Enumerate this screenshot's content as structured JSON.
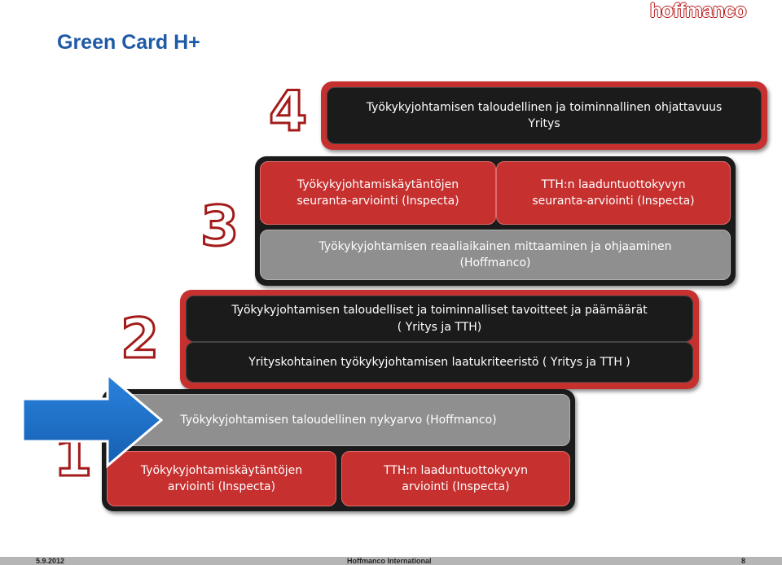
{
  "header": {
    "logo": "hoffmanco",
    "title": "Green Card H+"
  },
  "levels": {
    "level4": {
      "number": "4",
      "box": [
        "Työkykyjohtamisen taloudellinen ja toiminnallinen ohjattavuus",
        "Yritys"
      ]
    },
    "level3": {
      "number": "3",
      "box_left": [
        "Työkykyjohtamiskäytäntöjen",
        "seuranta-arviointi (Inspecta)"
      ],
      "box_right": [
        "TTH:n laaduntuottokyvyn",
        "seuranta-arviointi (Inspecta)"
      ],
      "box_bottom": [
        "Työkykyjohtamisen reaaliaikainen mittaaminen ja ohjaaminen",
        "(Hoffmanco)"
      ]
    },
    "level2": {
      "number": "2",
      "box_top": [
        "Työkykyjohtamisen taloudelliset ja toiminnalliset tavoitteet ja päämäärät",
        "( Yritys ja TTH)"
      ],
      "box_bottom": "Yrityskohtainen työkykyjohtamisen laatukriteeristö ( Yritys ja TTH )"
    },
    "level1": {
      "number": "1",
      "box_top": "Työkykyjohtamisen taloudellinen nykyarvo (Hoffmanco)",
      "box_left": [
        "Työkykyjohtamiskäytäntöjen",
        "arviointi (Inspecta)"
      ],
      "box_right": [
        "TTH:n laaduntuottokyvyn",
        "arviointi (Inspecta)"
      ]
    }
  },
  "footer": {
    "date": "5.9.2012",
    "company": "Hoffmanco International",
    "page": "8"
  },
  "colors": {
    "title_blue": "#1f5aa6",
    "brand_red": "#c6302f",
    "dark": "#1b1b1b",
    "gray": "#8f8f8f",
    "arrow_blue": "#1e6fc7"
  }
}
